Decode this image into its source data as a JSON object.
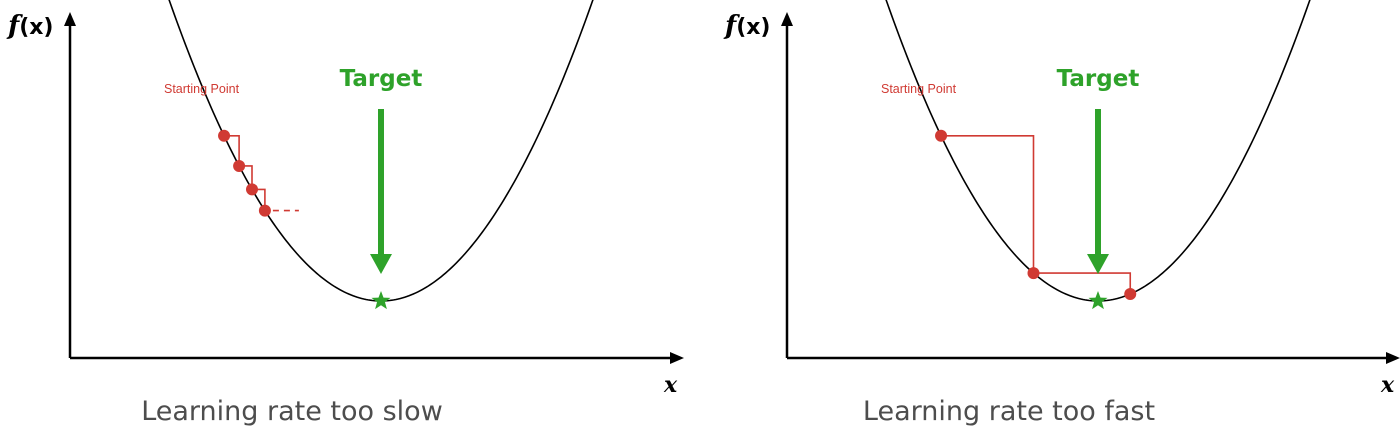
{
  "panels": [
    {
      "ylabel_f": "f",
      "ylabel_arg": "(x)",
      "xlabel": "x",
      "start_label": "Starting Point",
      "target_label": "Target",
      "caption": "Learning rate too slow",
      "steps_x": [
        -3.65,
        -3.3,
        -3.0,
        -2.7
      ]
    },
    {
      "ylabel_f": "f",
      "ylabel_arg": "(x)",
      "xlabel": "x",
      "start_label": "Starting Point",
      "target_label": "Target",
      "caption": "Learning rate too fast",
      "steps_x": [
        -3.65,
        -1.5,
        0.75
      ]
    }
  ],
  "colors": {
    "curve": "#000000",
    "path": "#d03a33",
    "target": "#2ea22a",
    "caption": "#4d4d4d"
  },
  "icons": {
    "minimum": "star-icon",
    "target_arrow": "arrow-down-icon"
  }
}
